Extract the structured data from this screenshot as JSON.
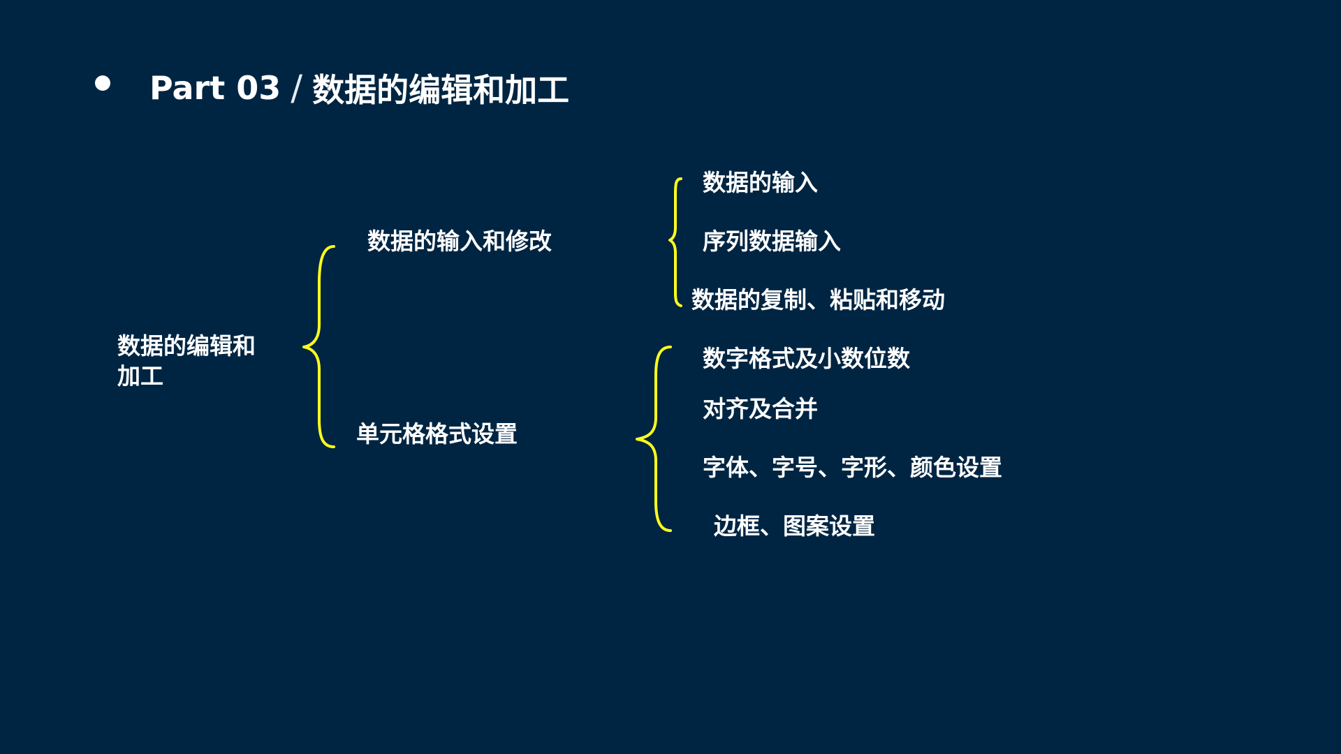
{
  "title": {
    "part": "Part 03",
    "separator": "/",
    "text": "数据的编辑和加工"
  },
  "diagram": {
    "root": "数据的编辑和加工",
    "branches": [
      {
        "label": "数据的输入和修改",
        "children": [
          "数据的输入",
          "序列数据输入",
          "数据的复制、粘贴和移动"
        ]
      },
      {
        "label": "单元格格式设置",
        "children": [
          "数字格式及小数位数",
          "对齐及合并",
          "字体、字号、字形、颜色设置",
          "边框、图案设置"
        ]
      }
    ]
  },
  "colors": {
    "background": "#002542",
    "brace": "#ffff1e",
    "text": "#ffffff"
  }
}
